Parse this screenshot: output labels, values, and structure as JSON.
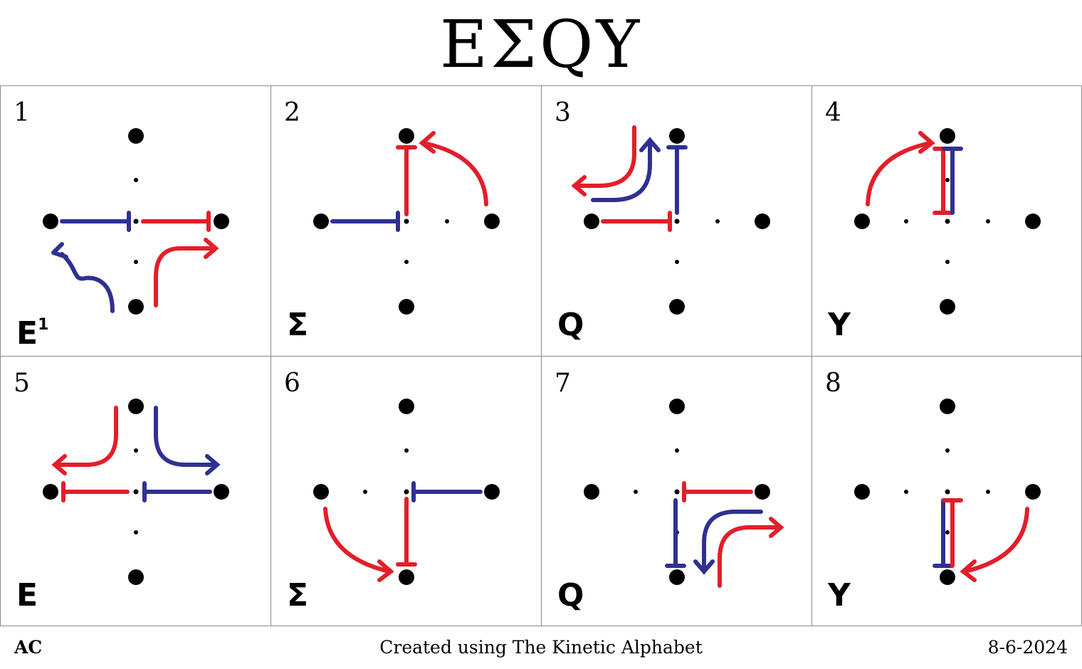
{
  "title": "ΕΣQΥ",
  "colors": {
    "red": "#e31e2a",
    "blue": "#2e3192",
    "dot": "#000000",
    "grid_line": "#8c8c8c"
  },
  "cells": [
    {
      "number": "1",
      "letter": "E",
      "superscript": "1"
    },
    {
      "number": "2",
      "letter": "Σ"
    },
    {
      "number": "3",
      "letter": "Q"
    },
    {
      "number": "4",
      "letter": "Y"
    },
    {
      "number": "5",
      "letter": "E"
    },
    {
      "number": "6",
      "letter": "Σ"
    },
    {
      "number": "7",
      "letter": "Q"
    },
    {
      "number": "8",
      "letter": "Y"
    }
  ],
  "footer": {
    "left": "AC",
    "center": "Created using The Kinetic Alphabet",
    "right": "8-6-2024"
  }
}
